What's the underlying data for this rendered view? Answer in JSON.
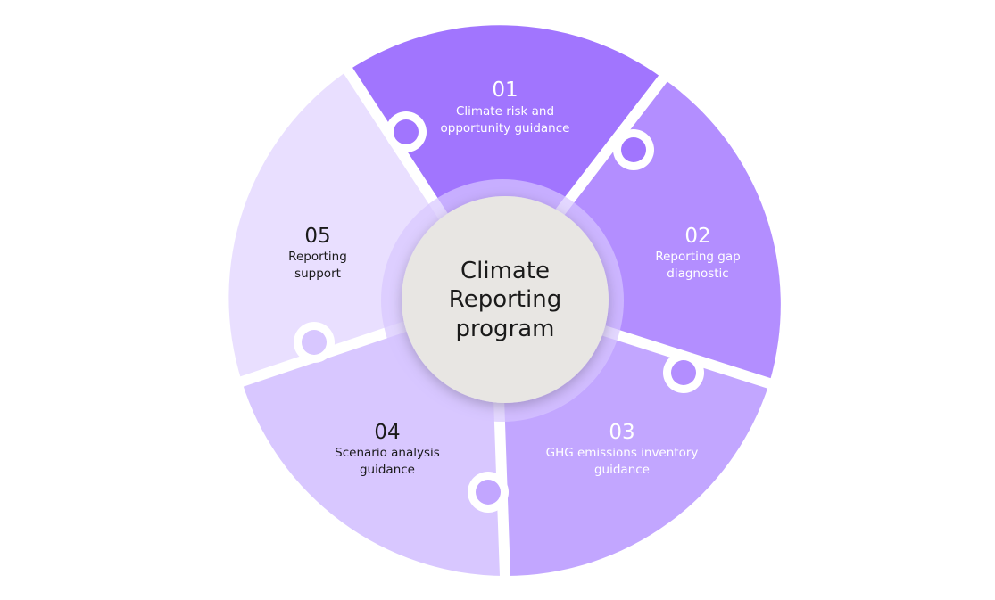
{
  "diagram": {
    "center": {
      "lines": [
        "Climate",
        "Reporting",
        "program"
      ]
    },
    "segments": [
      {
        "number": "01",
        "lines": [
          "Climate risk and",
          "opportunity guidance"
        ],
        "color": "#a175fe",
        "text_color": "#ffffff"
      },
      {
        "number": "02",
        "lines": [
          "Reporting gap",
          "diagnostic"
        ],
        "color": "#b38eff",
        "text_color": "#ffffff"
      },
      {
        "number": "03",
        "lines": [
          "GHG emissions inventory",
          "guidance"
        ],
        "color": "#c2a6ff",
        "text_color": "#ffffff"
      },
      {
        "number": "04",
        "lines": [
          "Scenario analysis",
          "guidance"
        ],
        "color": "#d8c7ff",
        "text_color": "#1a1a1a"
      },
      {
        "number": "05",
        "lines": [
          "Reporting",
          "support"
        ],
        "color": "#e9dfff",
        "text_color": "#1a1a1a"
      }
    ],
    "center_color": "#e8e6e3",
    "ring_color": "#d7c6ff"
  }
}
